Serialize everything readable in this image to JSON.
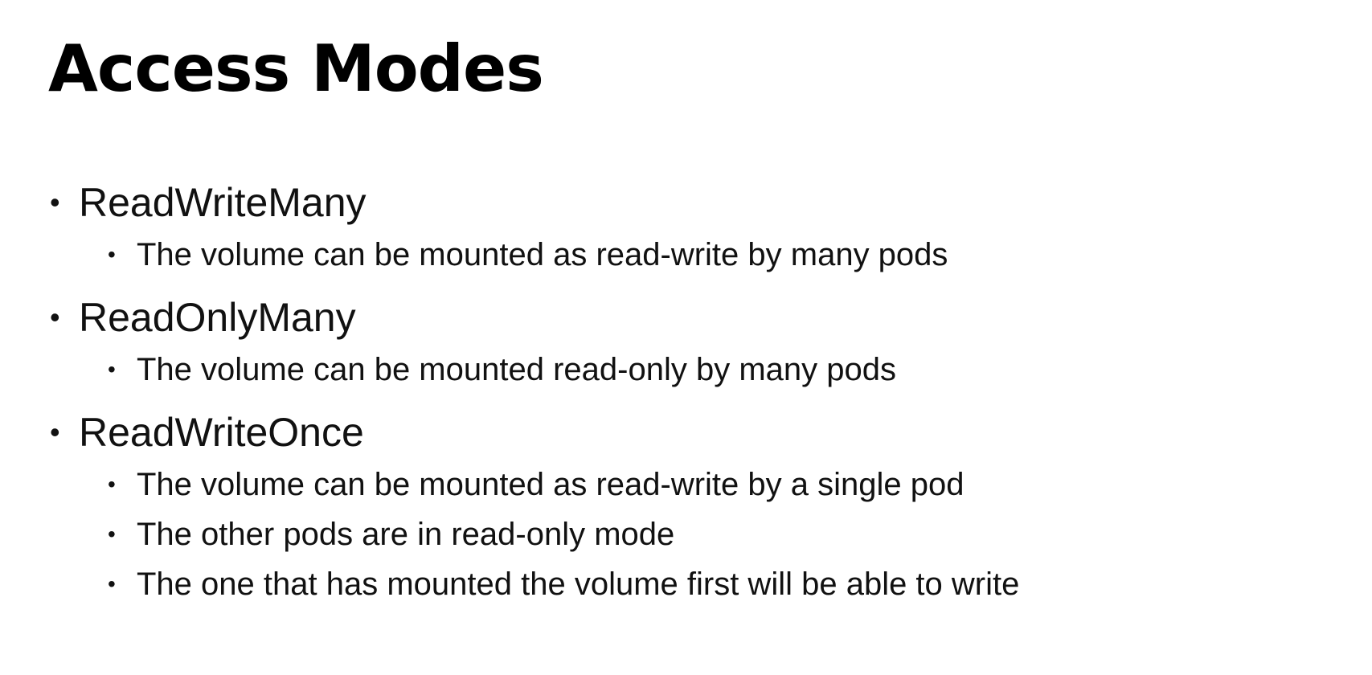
{
  "slide": {
    "title": "Access Modes",
    "bullet_symbol": "•",
    "items": [
      {
        "label": "ReadWriteMany",
        "subitems": [
          "The volume can be mounted as read-write by many pods"
        ]
      },
      {
        "label": "ReadOnlyMany",
        "subitems": [
          "The volume can be mounted read-only by many pods"
        ]
      },
      {
        "label": "ReadWriteOnce",
        "subitems": [
          "The volume can be mounted as read-write by a single pod",
          "The other pods are in read-only mode",
          "The one that has mounted the volume first will be able to write"
        ]
      }
    ]
  }
}
